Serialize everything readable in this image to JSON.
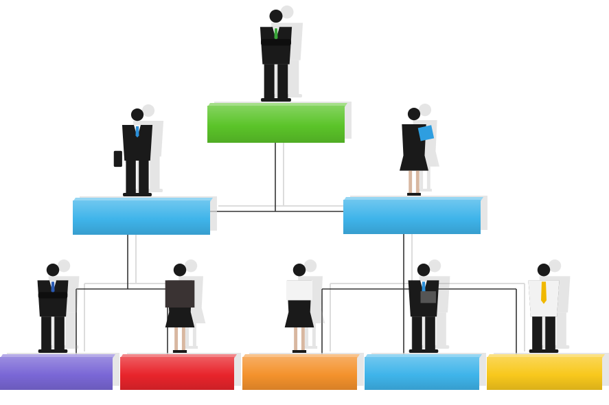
{
  "diagram": {
    "type": "organization-chart",
    "levels": 3,
    "colors": {
      "connector": "#333333",
      "shadow": "#dcdcdc",
      "silhouette": "#1a1a1a"
    },
    "nodes": [
      {
        "id": "top",
        "level": 1,
        "color": "#5bc429",
        "figure": "man-arms-crossed"
      },
      {
        "id": "mid-left",
        "level": 2,
        "color": "#3fb4ea",
        "figure": "man-with-briefcase"
      },
      {
        "id": "mid-right",
        "level": 2,
        "color": "#3fb4ea",
        "figure": "woman-with-folder"
      },
      {
        "id": "bottom-1",
        "level": 3,
        "color": "#7a67d6",
        "figure": "man-arms-crossed"
      },
      {
        "id": "bottom-2",
        "level": 3,
        "color": "#e8242b",
        "figure": "woman-in-dress"
      },
      {
        "id": "bottom-3",
        "level": 3,
        "color": "#f4922c",
        "figure": "woman-holding-paper"
      },
      {
        "id": "bottom-4",
        "level": 3,
        "color": "#3fb4ea",
        "figure": "man-with-clipboard"
      },
      {
        "id": "bottom-5",
        "level": 3,
        "color": "#f8c81c",
        "figure": "man-in-white-shirt"
      }
    ],
    "edges": [
      {
        "from": "top",
        "to": "mid-left"
      },
      {
        "from": "top",
        "to": "mid-right"
      },
      {
        "from": "mid-left",
        "to": "bottom-1"
      },
      {
        "from": "mid-left",
        "to": "bottom-2"
      },
      {
        "from": "mid-right",
        "to": "bottom-3"
      },
      {
        "from": "mid-right",
        "to": "bottom-4"
      },
      {
        "from": "mid-right",
        "to": "bottom-5"
      }
    ]
  }
}
